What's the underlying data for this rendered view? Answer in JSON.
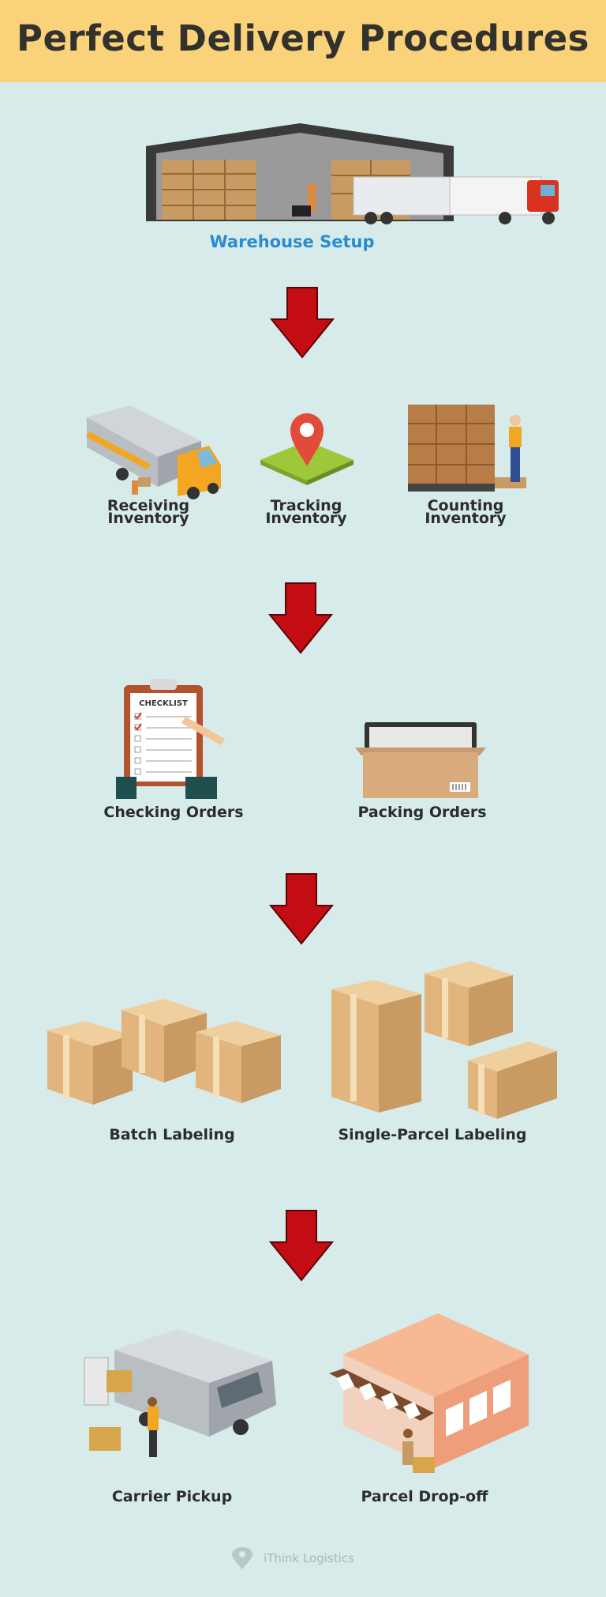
{
  "title": "Perfect Delivery Procedures",
  "steps": {
    "warehouse": "Warehouse Setup",
    "receiving_1": "Receiving",
    "receiving_2": "Inventory",
    "tracking_1": "Tracking",
    "tracking_2": "Inventory",
    "counting_1": "Counting",
    "counting_2": "Inventory",
    "checking": "Checking Orders",
    "packing": "Packing Orders",
    "batch": "Batch Labeling",
    "single": "Single-Parcel Labeling",
    "carrier": "Carrier Pickup",
    "dropoff": "Parcel Drop-off"
  },
  "checklist_label": "CHECKLIST",
  "footer": "iThink Logistics",
  "colors": {
    "header_bg": "#f9d27a",
    "page_bg": "#d6ebea",
    "arrow": "#c40d12",
    "accent_blue": "#2a8bd0"
  }
}
